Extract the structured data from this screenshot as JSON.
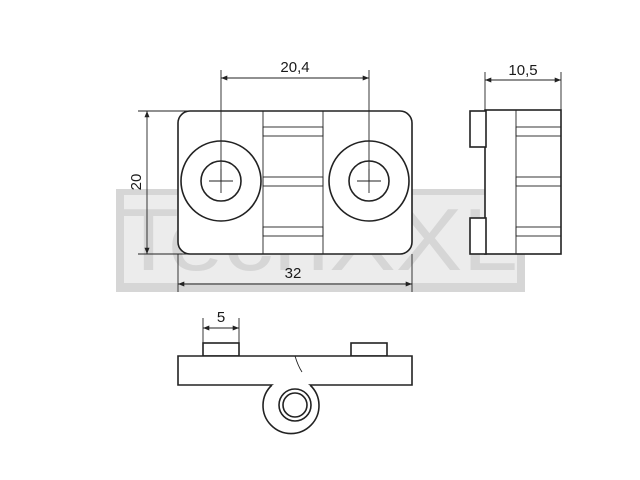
{
  "watermark": {
    "text": "TechXXL",
    "color": "#d6d6d6"
  },
  "dimensions": {
    "hole_spacing": "20,4",
    "depth": "10,5",
    "height": "20",
    "width": "32",
    "tab_width": "5"
  },
  "colors": {
    "line": "#222222",
    "background": "#ffffff"
  }
}
